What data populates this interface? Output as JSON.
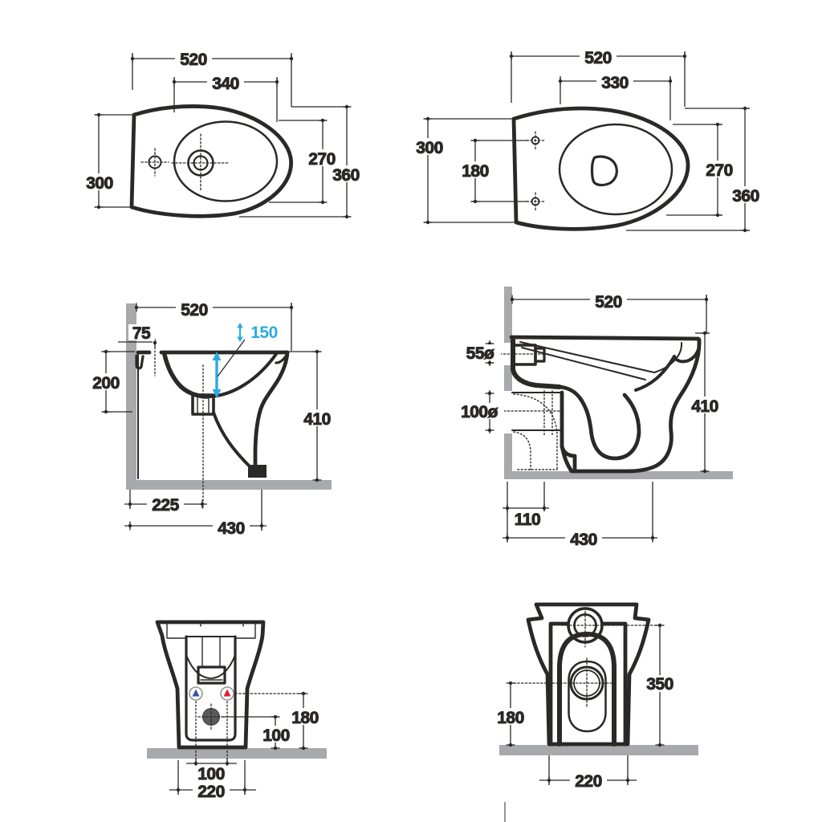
{
  "meta": {
    "description": "Sanitary-ware installation technical drawing sheet: bidet (left column) and WC pan (right column) shown in top view, side section view and back view with millimetre dimensions",
    "colors": {
      "line": "#2b2927",
      "wall_floor_gray": "#a7a9ac",
      "dimension_blue": "#29abe2",
      "hot_water_red": "#e31e24",
      "cold_water_blue": "#3953a4",
      "drain_gray": "#595a5c",
      "background": "#ffffff"
    }
  },
  "views": {
    "bidet_top": {
      "dims": {
        "overall_width": "520",
        "inner_width": "340",
        "side_depth": "300",
        "inner_depth": "270",
        "overall_depth": "360"
      }
    },
    "wc_top": {
      "dims": {
        "overall_width": "520",
        "inner_width": "330",
        "side_depth": "300",
        "fixing_centres": "180",
        "inner_depth": "270",
        "overall_depth": "360"
      }
    },
    "bidet_side": {
      "dims": {
        "length": "520",
        "tap_offset": "75",
        "water_depth": "150",
        "rim_drop": "200",
        "height": "410",
        "drain_offset": "225",
        "floor_length": "430"
      }
    },
    "wc_side": {
      "dims": {
        "length": "520",
        "inlet_diameter": "55ø",
        "outlet_diameter": "100ø",
        "height": "410",
        "outlet_offset": "110",
        "floor_length": "430"
      }
    },
    "bidet_back": {
      "dims": {
        "inlet_height": "180",
        "drain_height": "100",
        "inlet_centres": "100",
        "base_width": "220"
      }
    },
    "wc_back": {
      "dims": {
        "spigot_height": "350",
        "trap_height": "180",
        "base_width": "220"
      }
    }
  }
}
